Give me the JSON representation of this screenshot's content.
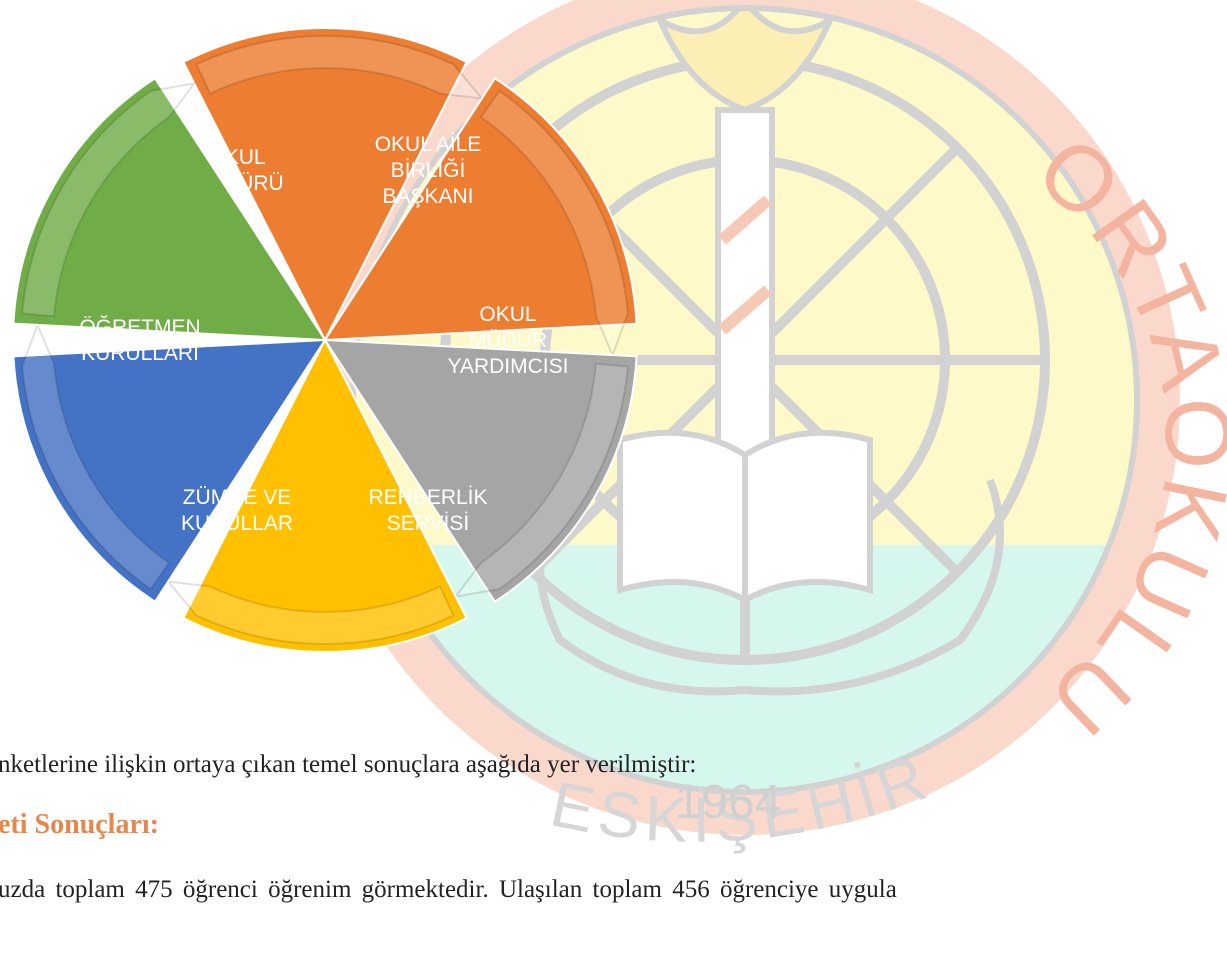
{
  "watermark": {
    "year": "1964",
    "city": "ESKİŞEHİR",
    "school_type": "ORTAOKULU",
    "colors": {
      "ring": "#FAD9CC",
      "yellow": "#FEF9C8",
      "mint": "#D6F7EE",
      "lines": "#D2D2D2"
    }
  },
  "diagram": {
    "segments": [
      {
        "id": "okul-muduru",
        "lines": [
          "OKUL",
          "MÜDÜRÜ"
        ],
        "color": "#ED7D31",
        "text_color": "#ffffff"
      },
      {
        "id": "okul-aile-birligi-baskani",
        "lines": [
          "OKUL AİLE",
          "BİRLİĞİ",
          "BAŞKANI"
        ],
        "color": "#ED7D31",
        "text_color": "#ffffff"
      },
      {
        "id": "okul-mudur-yardimcisi",
        "lines": [
          "OKUL",
          "MÜDÜR",
          "YARDIMCISI"
        ],
        "color": "#A5A5A5",
        "text_color": "#ffffff"
      },
      {
        "id": "rehberlik-servisi",
        "lines": [
          "REHBERLİK",
          "SERVİSİ"
        ],
        "color": "#FFC000",
        "text_color": "#ffffff"
      },
      {
        "id": "zumre-ve-kurullar",
        "lines": [
          "ZÜMRE VE",
          "KURULLAR"
        ],
        "color": "#4472C4",
        "text_color": "#ffffff"
      },
      {
        "id": "ogretmen-kurullari",
        "lines": [
          "ÖĞRETMEN",
          "KURULLARI"
        ],
        "color": "#70AD47",
        "text_color": "#ffffff"
      }
    ]
  },
  "document": {
    "line_1": "nketlerine ilişkin ortaya çıkan temel sonuçlara aşağıda yer verilmiştir:",
    "heading": "eti Sonuçları:",
    "heading_color": "#E8874A",
    "line_3": "uzda toplam 475 öğrenci öğrenim görmektedir. Ulaşılan toplam 456 öğrenciye uygula"
  }
}
